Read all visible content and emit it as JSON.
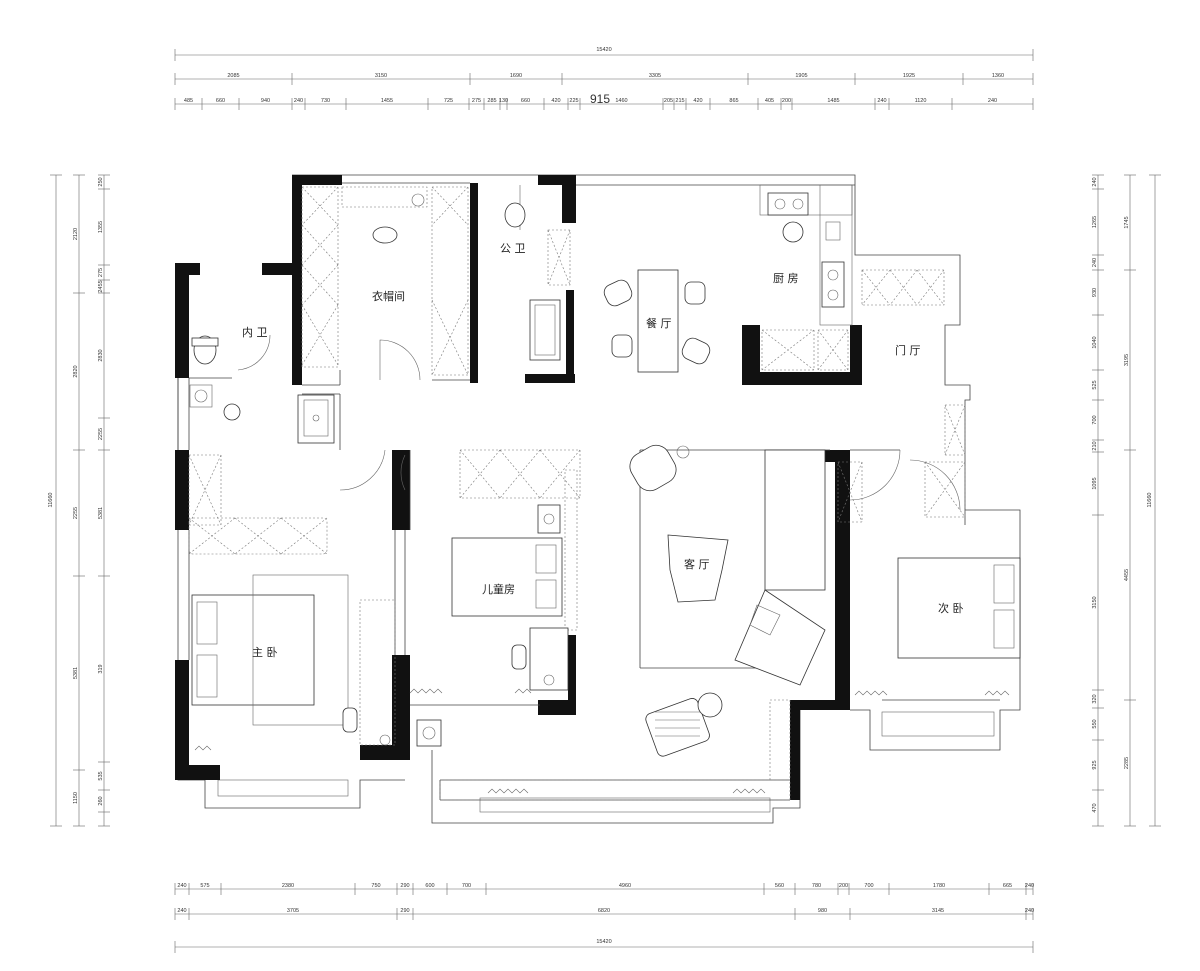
{
  "dimensions": {
    "top_total": "15420",
    "top_row2": [
      "2085",
      "3150",
      "1690",
      "3305",
      "1905",
      "1925",
      "1360"
    ],
    "top_row3": [
      "485",
      "660",
      "940",
      "240",
      "730",
      "1455",
      "725",
      "275",
      "285",
      "130",
      "660",
      "420",
      "225",
      "1460",
      "205",
      "215",
      "420",
      "865",
      "405",
      "200",
      "1485",
      "240",
      "1120",
      "240"
    ],
    "top_special": "915",
    "bottom_row1": [
      "240",
      "575",
      "2380",
      "750",
      "290",
      "600",
      "700",
      "4960",
      "560",
      "780",
      "200",
      "700",
      "1780",
      "665",
      "240"
    ],
    "bottom_row2": [
      "240",
      "3705",
      "290",
      "6820",
      "980",
      "3145",
      "240"
    ],
    "bottom_total": "15420",
    "left_outer": "11660",
    "left_mid": [
      "2120",
      "2820",
      "2255",
      "5381",
      "1150"
    ],
    "left_inner": [
      "250",
      "1355",
      "275",
      "2455",
      "2830",
      "2255",
      "5381",
      "319",
      "535",
      "260"
    ],
    "right_outer": "11660",
    "right_mid": [
      "1745",
      "3195",
      "4455",
      "2285"
    ],
    "right_inner": [
      "240",
      "1265",
      "240",
      "930",
      "1040",
      "525",
      "700",
      "210",
      "1095",
      "3150",
      "320",
      "550",
      "925",
      "470"
    ]
  },
  "rooms": {
    "walk_in_closet": "衣帽间",
    "public_bathroom": "公 卫",
    "dining_room": "餐 厅",
    "kitchen": "厨 房",
    "foyer": "门 厅",
    "inner_bathroom": "内 卫",
    "children_room": "儿童房",
    "living_room": "客 厅",
    "second_bedroom": "次 卧",
    "master_bedroom": "主 卧"
  }
}
